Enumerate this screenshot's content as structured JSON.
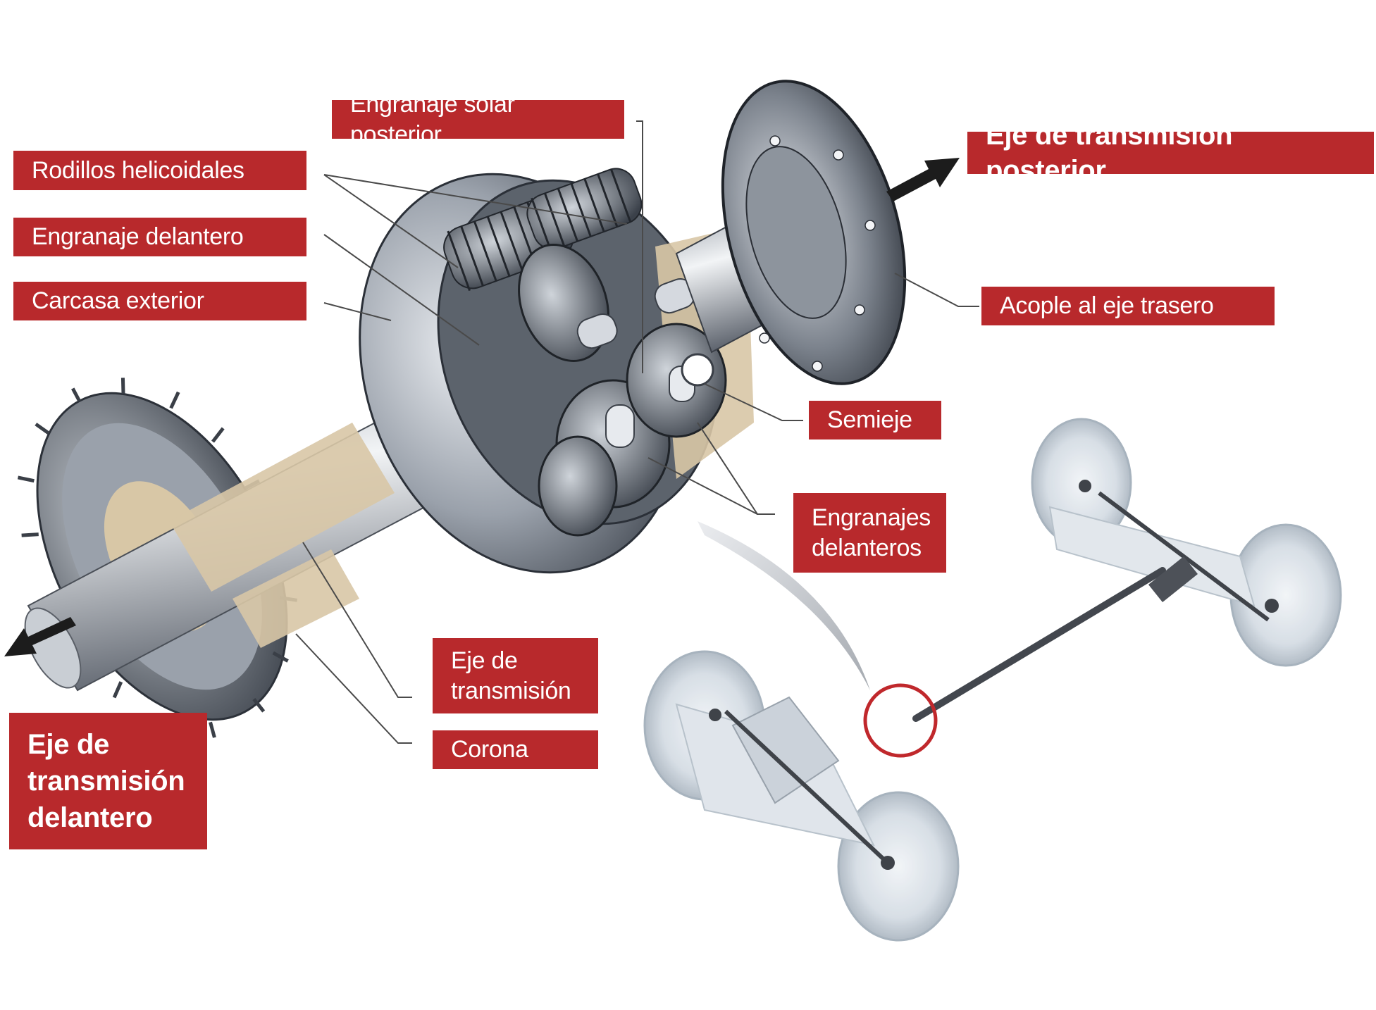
{
  "colors": {
    "label_bg": "#b8292c",
    "label_text": "#ffffff",
    "leader_line": "#4a4a4a",
    "highlight_ring": "#c0282c",
    "metal_dark": "#2f3540",
    "metal_light": "#d9dde3",
    "cutaway_beige": "#d8c7a6"
  },
  "labels": {
    "sun_gear_rear": "Engranaje solar posterior",
    "helical_rollers": "Rodillos helicoidales",
    "front_gear": "Engranaje delantero",
    "outer_housing": "Carcasa exterior",
    "rear_driveshaft": "Eje de transmisión posterior",
    "rear_axle_coupling": "Acople al eje trasero",
    "half_shaft": "Semieje",
    "front_gears": "Engranajes\ndelanteros",
    "driveshaft": "Eje de\ntransmisión",
    "ring_gear": "Corona",
    "front_driveshaft": "Eje de\ntransmisión\ndelantero"
  },
  "icons": {
    "rear_arrow": "arrow-up-right-icon",
    "front_arrow": "arrow-down-left-icon",
    "locator_ring": "highlight-circle-icon"
  }
}
